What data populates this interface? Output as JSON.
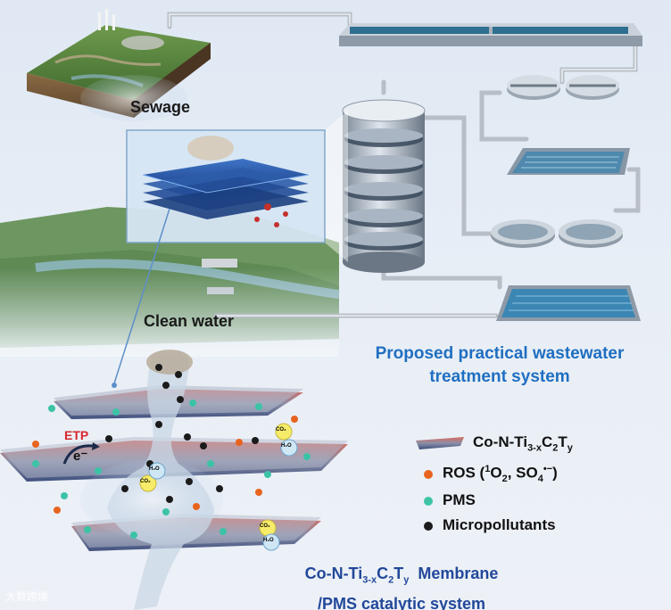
{
  "labels": {
    "sewage": "Sewage",
    "clean_water": "Clean water",
    "system_title_line1": "Proposed practical wastewater",
    "system_title_line2": "treatment system",
    "membrane_title_line1_pre": "Co-N-Ti",
    "membrane_title_line1_sub1": "3-x",
    "membrane_title_line1_mid": "C",
    "membrane_title_line1_sub2": "2",
    "membrane_title_line1_mid2": "T",
    "membrane_title_line1_sub3": "y",
    "membrane_title_line1_post": "  Membrane",
    "membrane_title_line2": "/PMS catalytic system",
    "etp": "ETP",
    "electron": "e⁻",
    "watermark": "大数跨境"
  },
  "legend": {
    "membrane": {
      "pre": "Co-N-Ti",
      "sub1": "3-x",
      "mid": "C",
      "sub2": "2",
      "mid2": "T",
      "sub3": "y"
    },
    "ros": {
      "pre": "ROS (",
      "sup1": "1",
      "mid": "O",
      "sub1": "2",
      "mid2": ", SO",
      "sub2": "4",
      "sup2": "•−",
      "post": ")"
    },
    "pms": "PMS",
    "micropollutants": "Micropollutants"
  },
  "molecule_labels": {
    "co2": "CO₂",
    "h2o": "H₂O"
  },
  "colors": {
    "title_blue": "#1f6fc1",
    "membrane_blue": "#22489a",
    "ros_orange": "#e8641e",
    "pms_teal": "#3cc3a6",
    "pollutant_black": "#1b1b1b",
    "etp_red": "#d8262c"
  }
}
